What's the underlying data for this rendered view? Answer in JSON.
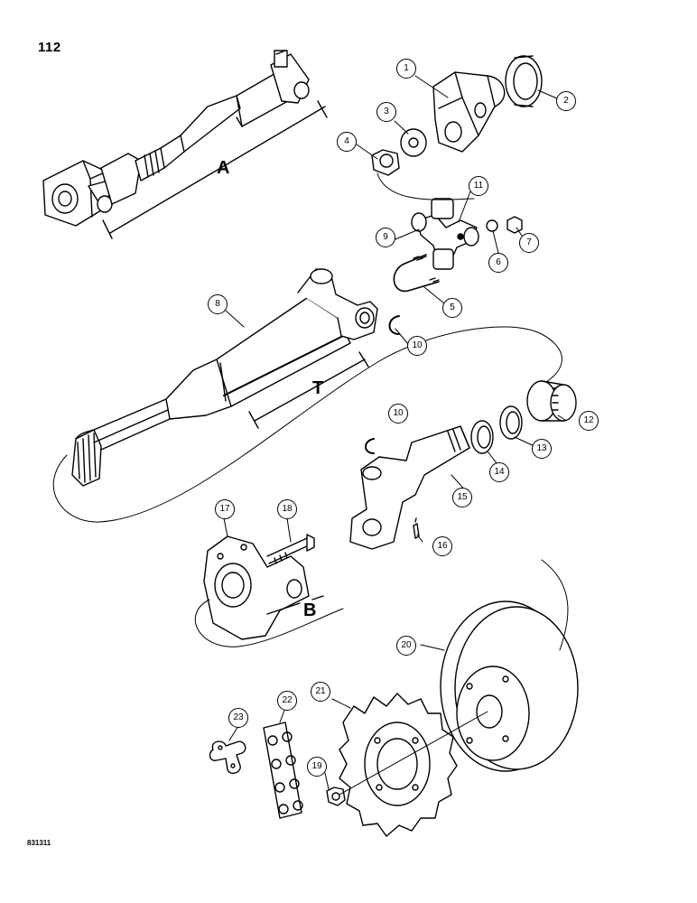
{
  "page_number": "112",
  "figure_ref": "831311",
  "dimension_labels": [
    {
      "id": "A",
      "text": "A"
    },
    {
      "id": "T",
      "text": "T"
    },
    {
      "id": "B",
      "text": "B"
    }
  ],
  "callouts": [
    "1",
    "2",
    "3",
    "4",
    "5",
    "6",
    "7",
    "8",
    "9",
    "10",
    "10",
    "11",
    "12",
    "13",
    "14",
    "15",
    "16",
    "17",
    "18",
    "19",
    "20",
    "21",
    "22",
    "23"
  ]
}
